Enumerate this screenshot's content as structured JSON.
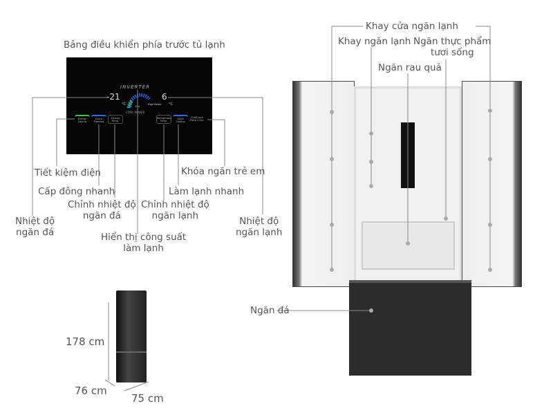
{
  "panel": {
    "title": "Bảng điều khiển phía trước tủ lạnh",
    "brand": "INVERTER",
    "freezer_temp": "-21",
    "fridge_temp": "6",
    "unit": "°C",
    "eco": "Eco",
    "high_power": "High Power",
    "cool_power": "COOL POWER",
    "buttons": [
      "Energy Saving",
      "Quick Freezing",
      "Freezer Temp.",
      "Refrigerator Temp.",
      "Quick Cooling",
      "Child Lock Press 3 Sec."
    ]
  },
  "panel_labels": {
    "freezer_temp": [
      "Nhiệt độ",
      "ngăn đá"
    ],
    "energy_saving": "Tiết kiệm điện",
    "quick_freezing": "Cấp đông nhanh",
    "freezer_adjust": [
      "Chỉnh nhiệt độ",
      "ngăn đá"
    ],
    "cool_power": [
      "Hiển thị công suất",
      "làm lạnh"
    ],
    "fridge_adjust": [
      "Chỉnh nhiệt độ",
      "ngăn lạnh"
    ],
    "quick_cooling": "Làm lạnh nhanh",
    "child_lock": "Khóa ngăn trẻ em",
    "fridge_temp": [
      "Nhiệt độ",
      "ngăn lạnh"
    ]
  },
  "fridge_labels": {
    "door_tray": "Khay cửa ngăn lạnh",
    "shelf": "Khay ngăn lạnh",
    "fresh": [
      "Ngăn thực phẩm",
      "tươi sống"
    ],
    "vegetable": "Ngăn rau quả",
    "freezer": "Ngăn đá"
  },
  "dimensions": {
    "height": "178 cm",
    "depth": "76 cm",
    "width": "75 cm"
  }
}
